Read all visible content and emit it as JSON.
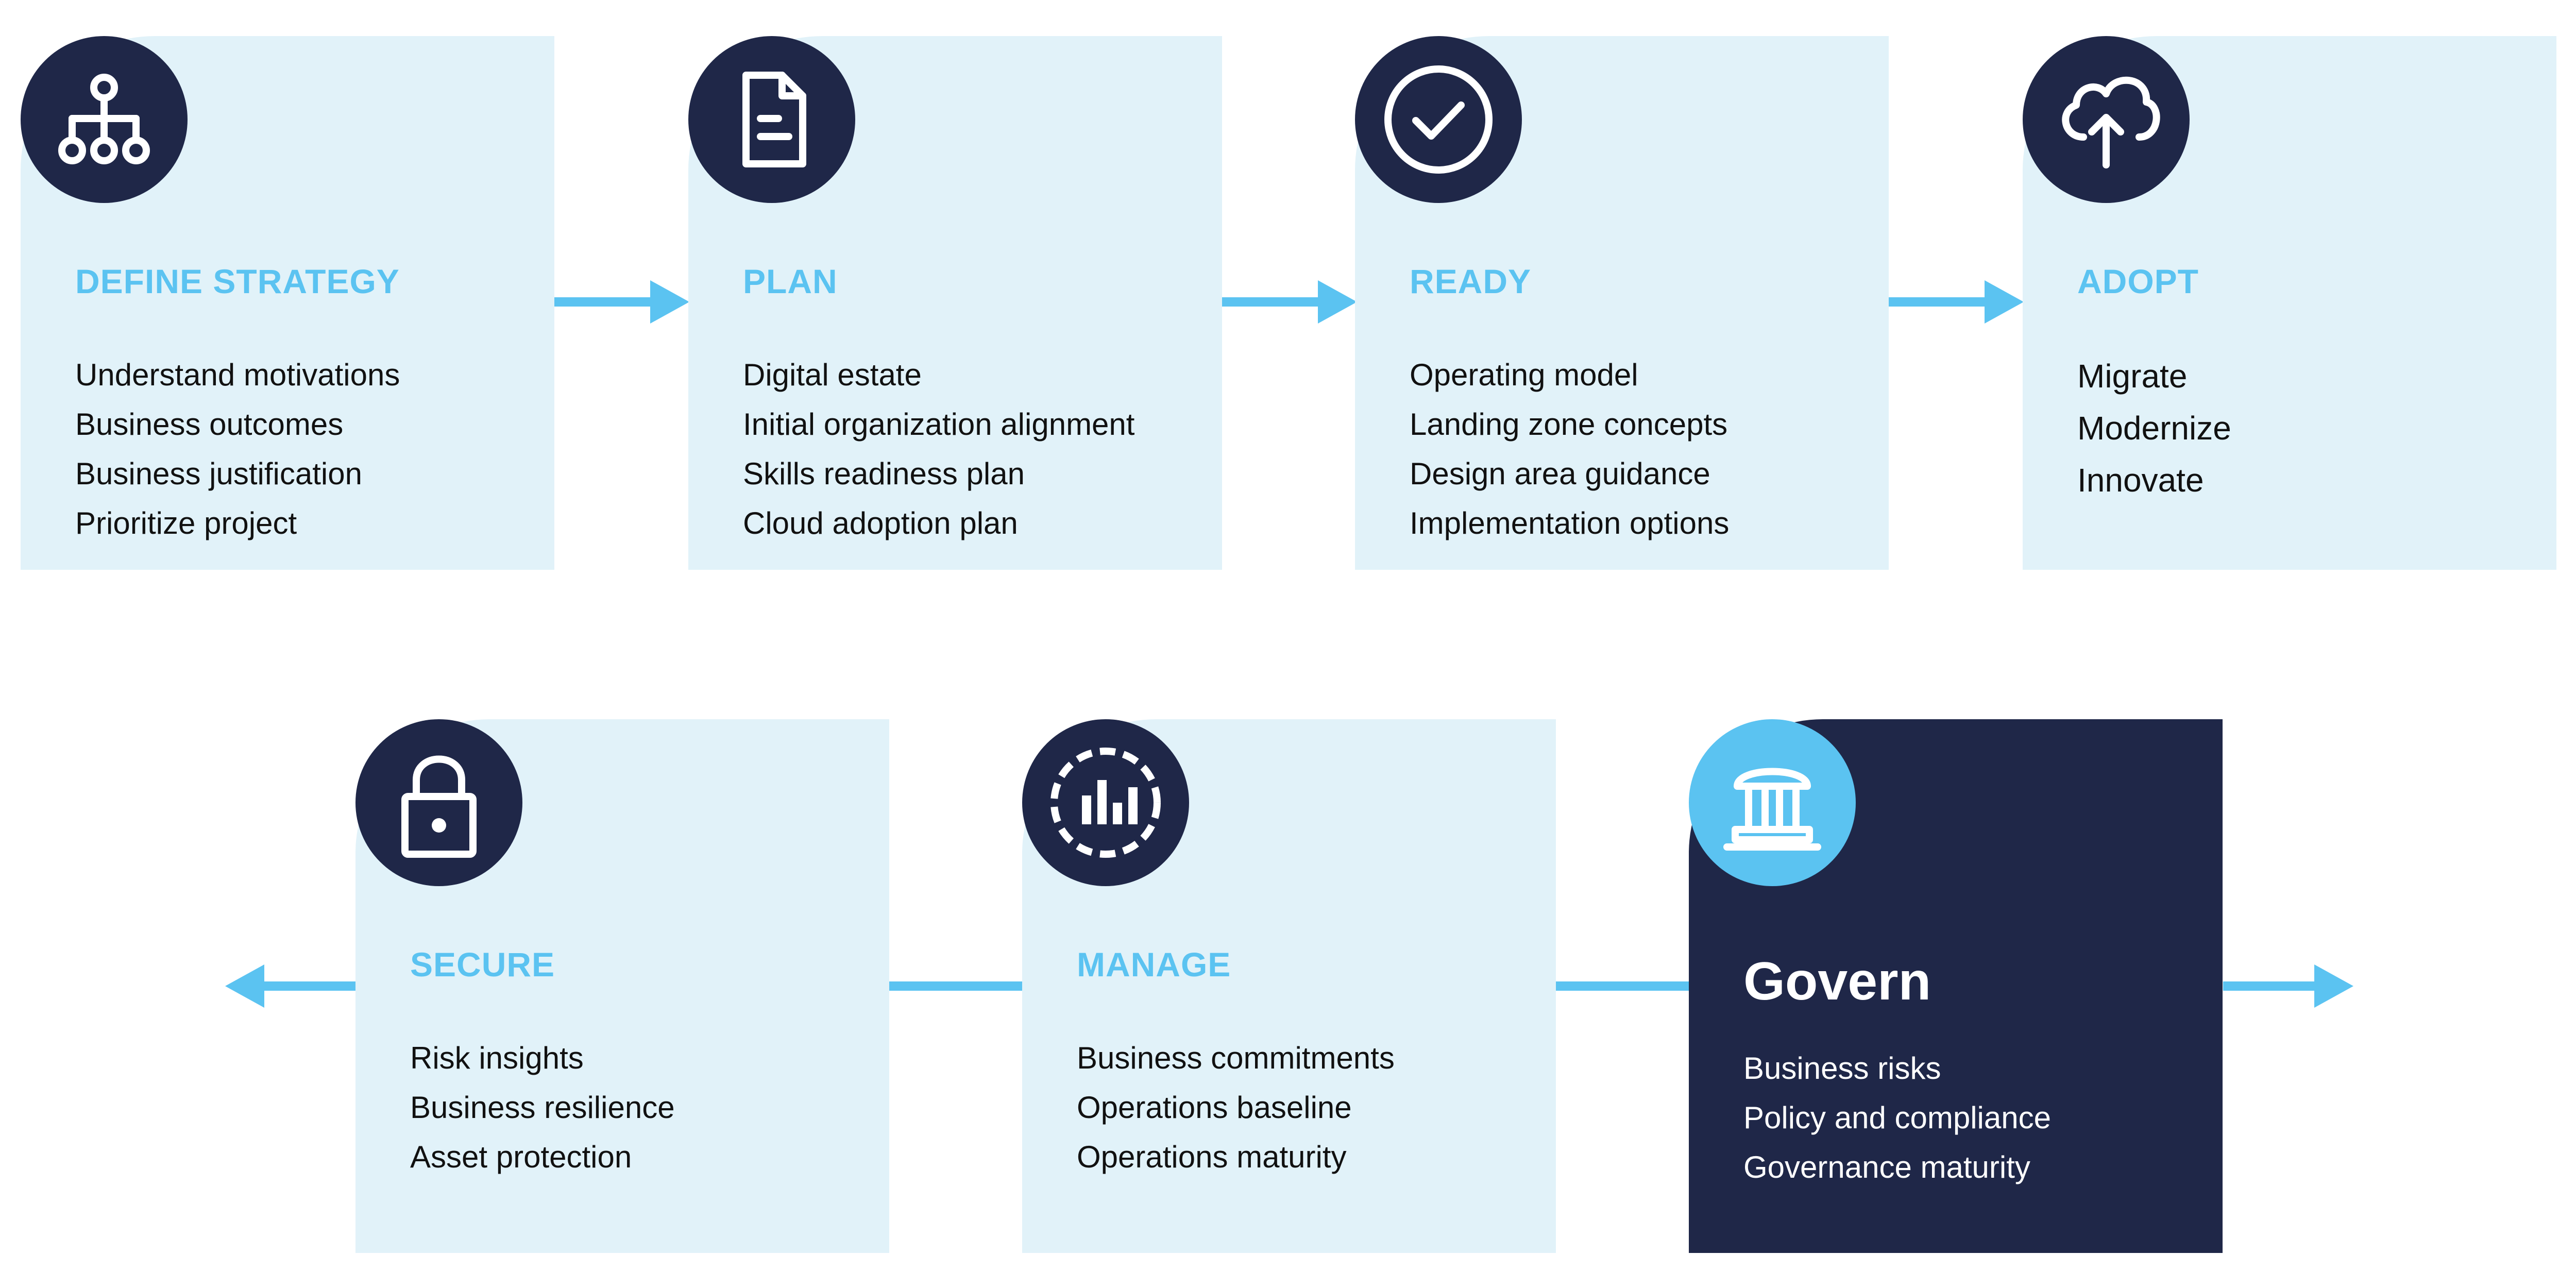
{
  "row1": [
    {
      "id": "define-strategy",
      "icon": "hierarchy-icon",
      "title": "DEFINE STRATEGY",
      "items": [
        "Understand motivations",
        "Business outcomes",
        "Business justification",
        "Prioritize project"
      ]
    },
    {
      "id": "plan",
      "icon": "document-icon",
      "title": "PLAN",
      "items": [
        "Digital estate",
        "Initial organization alignment",
        "Skills readiness plan",
        "Cloud adoption plan"
      ]
    },
    {
      "id": "ready",
      "icon": "check-circle-icon",
      "title": "READY",
      "items": [
        "Operating model",
        "Landing zone concepts",
        "Design area guidance",
        "Implementation options"
      ]
    },
    {
      "id": "adopt",
      "icon": "cloud-upload-icon",
      "title": "ADOPT",
      "items": [
        "Migrate",
        "Modernize",
        "Innovate"
      ]
    }
  ],
  "row2": [
    {
      "id": "secure",
      "icon": "lock-icon",
      "title": "SECURE",
      "items": [
        "Risk insights",
        "Business resilience",
        "Asset protection"
      ]
    },
    {
      "id": "manage",
      "icon": "chart-circle-icon",
      "title": "MANAGE",
      "items": [
        "Business commitments",
        "Operations baseline",
        "Operations maturity"
      ]
    },
    {
      "id": "govern",
      "icon": "building-icon",
      "title": "Govern",
      "items": [
        "Business risks",
        "Policy and compliance",
        "Governance maturity"
      ]
    }
  ],
  "colors": {
    "navy": "#1f2748",
    "accent": "#5bc3f1",
    "card": "#e1f2f9",
    "text": "#111111"
  }
}
